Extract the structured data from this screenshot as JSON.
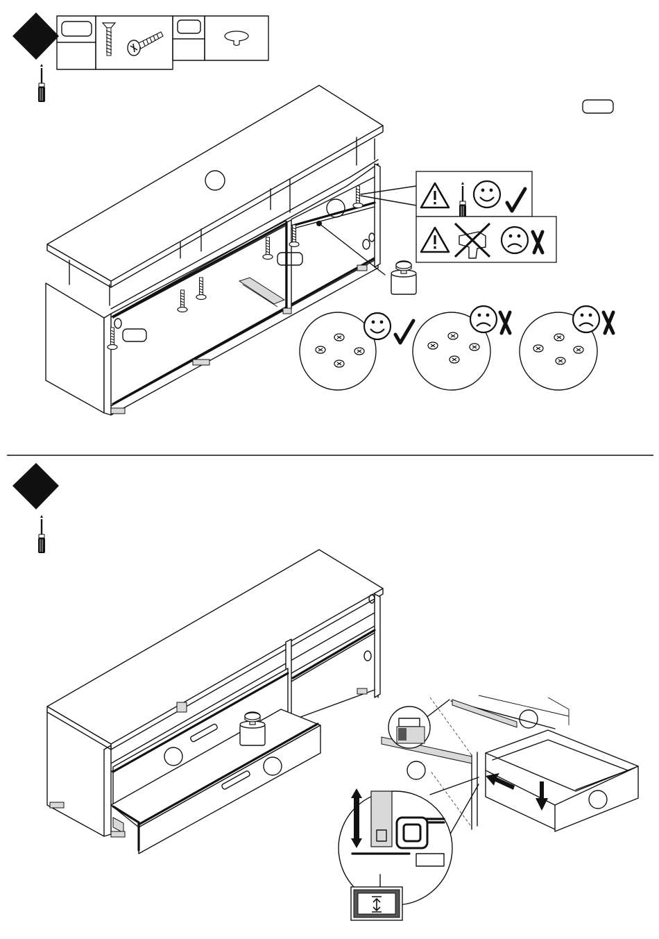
{
  "document": {
    "type": "furniture assembly instructions",
    "colors": {
      "ink": "#111111",
      "paper": "#ffffff",
      "shade": "#d9d9d9"
    }
  },
  "step_top": {
    "step_marker_icon": "black-diamond-icon",
    "tool_icon": "screwdriver-icon",
    "parts_header": {
      "cells": [
        {
          "icon": "part-label-tag-icon",
          "quantity": ""
        },
        {
          "icon": "screws-icon",
          "quantity": ""
        },
        {
          "icon": "part-label-tag-icon",
          "quantity": ""
        },
        {
          "icon": "knob-icon",
          "quantity": ""
        }
      ]
    },
    "warnings": [
      {
        "icons": [
          "warning-triangle-icon",
          "screwdriver-icon",
          "happy-face-icon",
          "check-mark-icon"
        ],
        "verdict": "correct"
      },
      {
        "icons": [
          "warning-triangle-icon",
          "crossed-out-drill-icon",
          "sad-face-icon",
          "x-mark-icon"
        ],
        "verdict": "incorrect"
      }
    ],
    "screw_depth_examples": [
      {
        "verdict": "correct",
        "icons": [
          "happy-face-icon",
          "check-mark-icon"
        ]
      },
      {
        "verdict": "incorrect",
        "icons": [
          "sad-face-icon",
          "x-mark-icon"
        ]
      },
      {
        "verdict": "incorrect",
        "icons": [
          "sad-face-icon",
          "x-mark-icon"
        ]
      }
    ]
  },
  "step_bottom": {
    "step_marker_icon": "black-diamond-icon",
    "tool_icon": "screwdriver-icon",
    "drawer_adjust_icon": "up-down-arrow-icon"
  }
}
